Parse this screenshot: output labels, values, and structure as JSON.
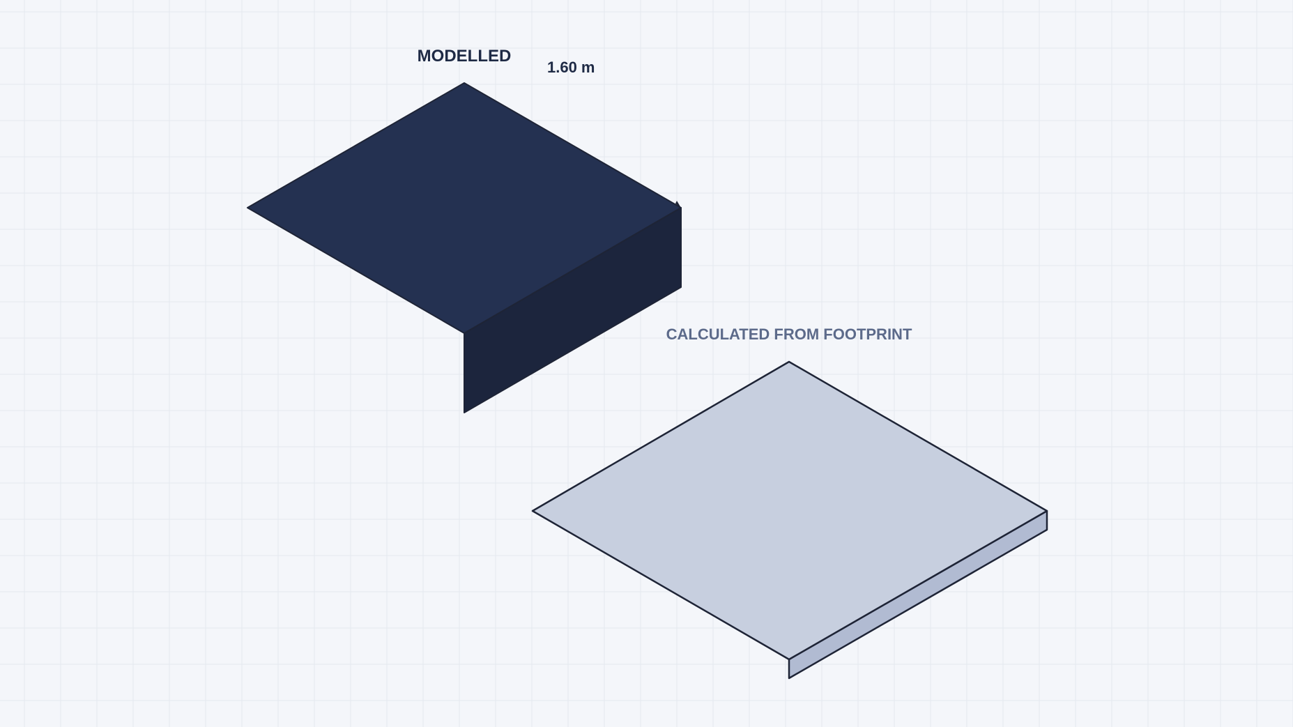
{
  "diagram": {
    "background_color": "#f4f6fa",
    "grid_color": "#e4e8ef",
    "modelled": {
      "title": "MODELLED",
      "dimension_label": "1.60 m",
      "top_color": "#243151",
      "side_color": "#1c253d",
      "stroke_color": "#1e2436",
      "title_color": "#1e2a45"
    },
    "calculated": {
      "title": "CALCULATED FROM FOOTPRINT",
      "top_color": "#c7cfdf",
      "side_color": "#b1bbd2",
      "stroke_color": "#1e2436",
      "title_color": "#5c6a8a"
    }
  }
}
